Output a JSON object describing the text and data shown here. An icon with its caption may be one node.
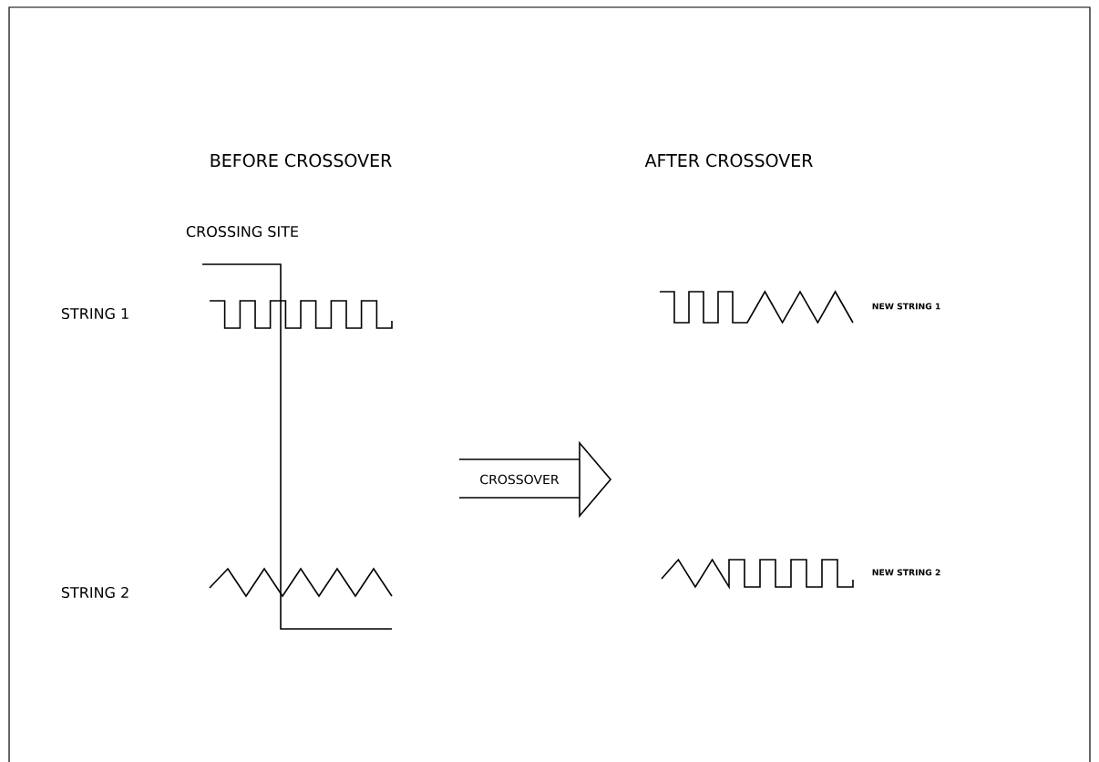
{
  "diagram": {
    "nodes": [
      {
        "text": [
          "CROSSOVER"
        ]
      }
    ],
    "labels": [
      "BEFORE CROSSOVER",
      "AFTER CROSSOVER",
      "CROSSING SITE",
      "STRING 1",
      "NEW STRING 1",
      "STRING 2",
      "NEW STRING 2"
    ]
  }
}
